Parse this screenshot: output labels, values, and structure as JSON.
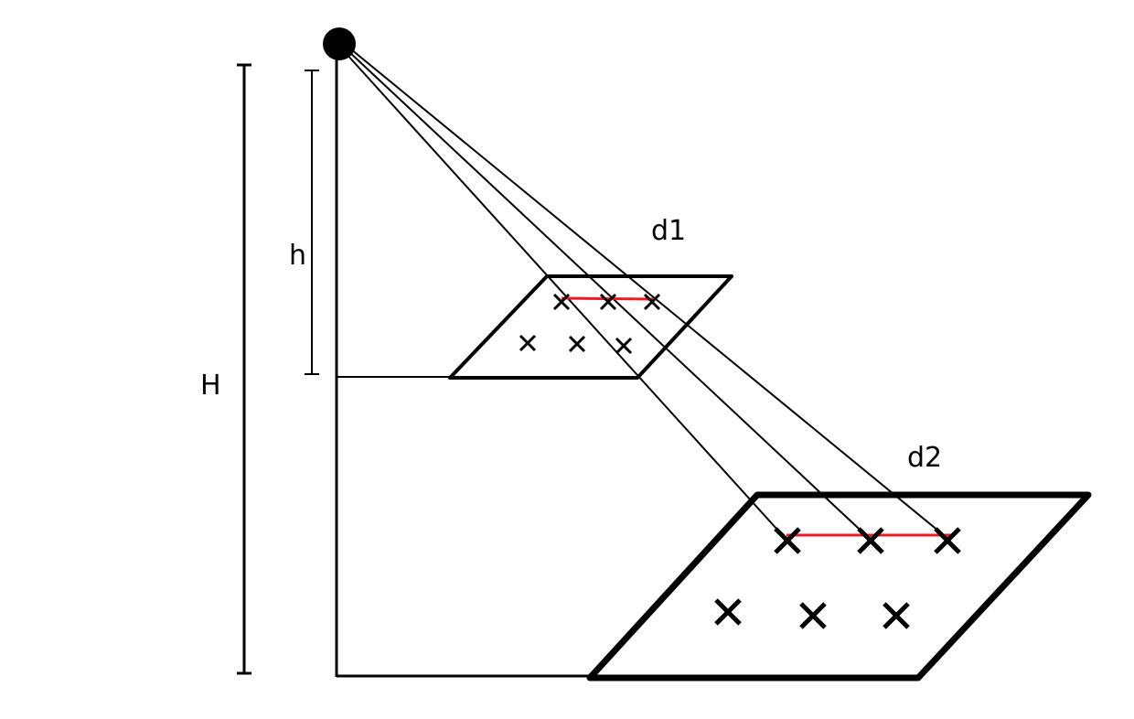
{
  "labels": {
    "big_height": "H",
    "small_height": "h",
    "plane_near": "d1",
    "plane_far": "d2"
  },
  "colors": {
    "stroke": "#000000",
    "highlight": "#ed1c24",
    "background": "#ffffff"
  },
  "marks_per_plane": 6
}
